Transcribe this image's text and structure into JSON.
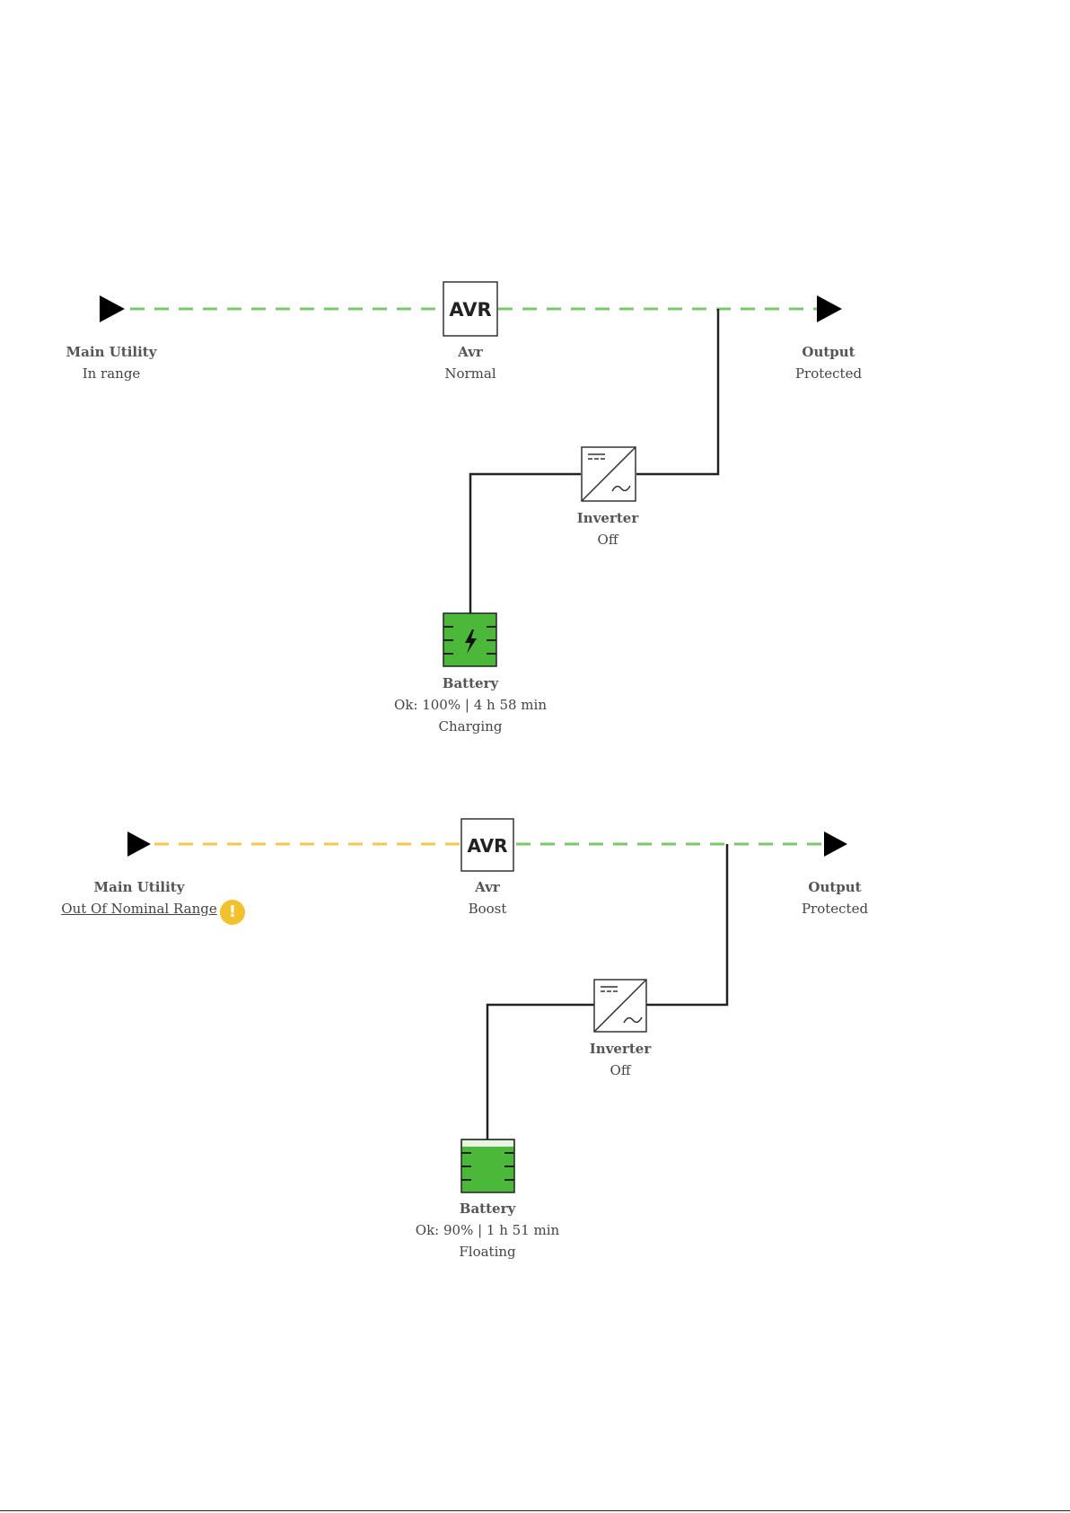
{
  "colors": {
    "ok_line": "#7ac86b",
    "warn_line": "#f2c94c",
    "wire": "#222222",
    "battery_fill": "#4cb83a",
    "warning": "#f2c12e",
    "text": "#444444"
  },
  "diagrams": [
    {
      "main_utility": {
        "title": "Main Utility",
        "status": "In range",
        "status_style": "plain",
        "line_status": "ok"
      },
      "avr": {
        "icon_text": "AVR",
        "title": "Avr",
        "status": "Normal"
      },
      "output": {
        "title": "Output",
        "status": "Protected"
      },
      "inverter": {
        "title": "Inverter",
        "status": "Off"
      },
      "battery": {
        "title": "Battery",
        "status": "Ok: 100% | 4 h 58 min",
        "mode": "Charging",
        "icon": "battery-charging-icon"
      }
    },
    {
      "main_utility": {
        "title": "Main Utility",
        "status": "Out Of Nominal Range",
        "status_style": "link",
        "line_status": "warning",
        "warning_icon": "!"
      },
      "avr": {
        "icon_text": "AVR",
        "title": "Avr",
        "status": "Boost"
      },
      "output": {
        "title": "Output",
        "status": "Protected"
      },
      "inverter": {
        "title": "Inverter",
        "status": "Off"
      },
      "battery": {
        "title": "Battery",
        "status": "Ok: 90% | 1 h 51 min",
        "mode": "Floating",
        "icon": "battery-icon"
      }
    }
  ]
}
